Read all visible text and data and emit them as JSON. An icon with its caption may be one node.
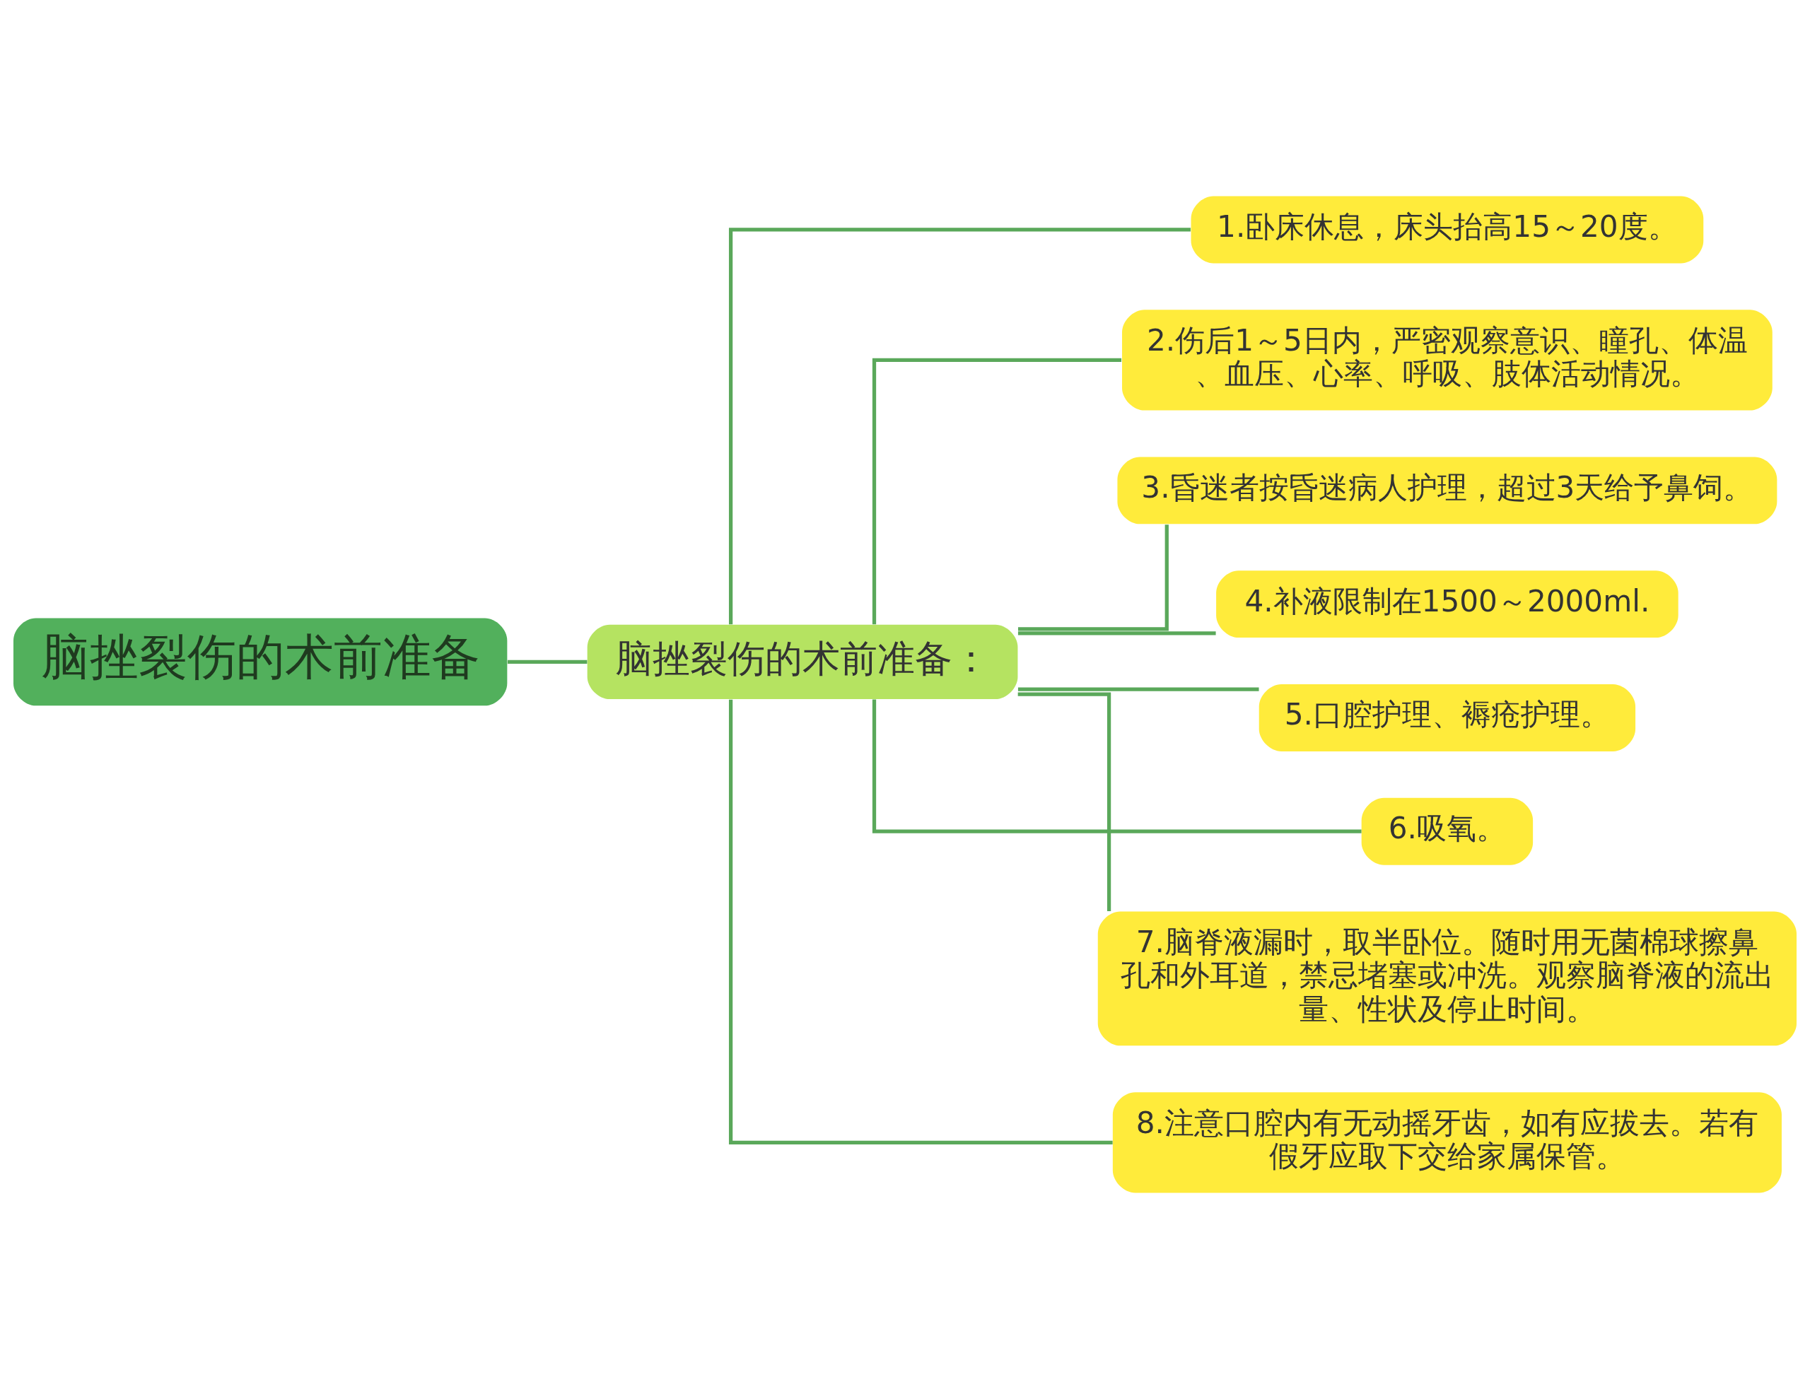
{
  "diagram": {
    "nodes": [
      {
        "text": [
          "脑挫裂伤的术前准备"
        ]
      },
      {
        "text": [
          "脑挫裂伤的术前准备："
        ]
      },
      {
        "text": [
          "1.卧床休息，床头抬高15～20度。"
        ]
      },
      {
        "text": [
          "2.伤后1～5日内，严密观察意识、瞳孔、体温、血压、心率、呼吸、肢体活动情况。"
        ]
      },
      {
        "text": [
          "3.昏迷者按昏迷病人护理，超过3天给予鼻饲。"
        ]
      },
      {
        "text": [
          "4.补液限制在1500～2000ml."
        ]
      },
      {
        "text": [
          "5.口腔护理、褥疮护理。"
        ]
      },
      {
        "text": [
          "6.吸氧。"
        ]
      },
      {
        "text": [
          "7.脑脊液漏时，取半卧位。随时用无菌棉球擦鼻孔和外耳道，禁忌堵塞或冲洗。观察脑脊液的流出量、性状及停止时间。"
        ]
      },
      {
        "text": [
          "8.注意口腔内有无动摇牙齿，如有应拔去。若有假牙应取下交给家属保管。"
        ]
      }
    ],
    "edges": [
      {
        "from": 0,
        "to": 1,
        "arrow": "none"
      },
      {
        "from": 1,
        "to": 2,
        "arrow": "none"
      },
      {
        "from": 1,
        "to": 3,
        "arrow": "none"
      },
      {
        "from": 1,
        "to": 4,
        "arrow": "none"
      },
      {
        "from": 1,
        "to": 5,
        "arrow": "none"
      },
      {
        "from": 1,
        "to": 6,
        "arrow": "none"
      },
      {
        "from": 1,
        "to": 7,
        "arrow": "none"
      },
      {
        "from": 1,
        "to": 8,
        "arrow": "none"
      },
      {
        "from": 1,
        "to": 9,
        "arrow": "none"
      }
    ]
  }
}
